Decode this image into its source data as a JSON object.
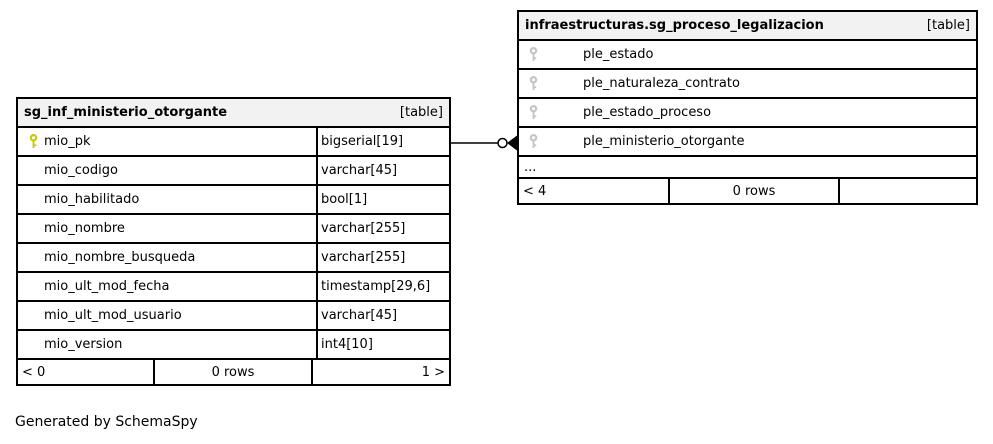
{
  "caption": "Generated by SchemaSpy",
  "colors": {
    "primary_key_icon": "#c9c900",
    "grey_key_icon": "#c4c4c4",
    "header_bg": "#f2f2f2",
    "border": "#000000"
  },
  "relationship": {
    "from_table": "sg_inf_ministerio_otorgante",
    "from_column": "mio_pk",
    "to_table": "infraestructuras.sg_proceso_legalizacion",
    "to_column": "ple_ministerio_otorgante",
    "end_markers": "open-circle-crows-foot"
  },
  "tables": [
    {
      "title": "sg_inf_ministerio_otorgante",
      "tag": "[table]",
      "columns": [
        {
          "name": "mio_pk",
          "type": "bigserial[19]",
          "key": "primary"
        },
        {
          "name": "mio_codigo",
          "type": "varchar[45]",
          "key": ""
        },
        {
          "name": "mio_habilitado",
          "type": "bool[1]",
          "key": ""
        },
        {
          "name": "mio_nombre",
          "type": "varchar[255]",
          "key": ""
        },
        {
          "name": "mio_nombre_busqueda",
          "type": "varchar[255]",
          "key": ""
        },
        {
          "name": "mio_ult_mod_fecha",
          "type": "timestamp[29,6]",
          "key": ""
        },
        {
          "name": "mio_ult_mod_usuario",
          "type": "varchar[45]",
          "key": ""
        },
        {
          "name": "mio_version",
          "type": "int4[10]",
          "key": ""
        }
      ],
      "footer": {
        "prev": "< 0",
        "count": "0 rows",
        "next": "1 >"
      }
    },
    {
      "title": "infraestructuras.sg_proceso_legalizacion",
      "tag": "[table]",
      "columns": [
        {
          "name": "ple_estado",
          "key": "grey"
        },
        {
          "name": "ple_naturaleza_contrato",
          "key": "grey"
        },
        {
          "name": "ple_estado_proceso",
          "key": "grey"
        },
        {
          "name": "ple_ministerio_otorgante",
          "key": "grey"
        }
      ],
      "ellipsis": "...",
      "footer": {
        "prev": "< 4",
        "count": "0 rows",
        "next": ""
      }
    }
  ]
}
